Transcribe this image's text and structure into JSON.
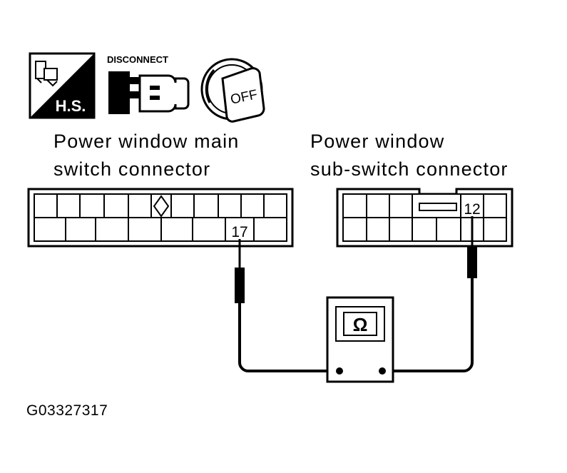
{
  "icons": {
    "harness_badge_text": "H.S.",
    "disconnect_label": "DISCONNECT",
    "key_label": "OFF"
  },
  "main_connector": {
    "label_line1": "Power window main",
    "label_line2": "switch connector",
    "terminal": "17"
  },
  "sub_connector": {
    "label_line1": "Power window",
    "label_line2": "sub-switch connector",
    "terminal": "12"
  },
  "meter": {
    "symbol": "Ω"
  },
  "figure_code": "G03327317"
}
